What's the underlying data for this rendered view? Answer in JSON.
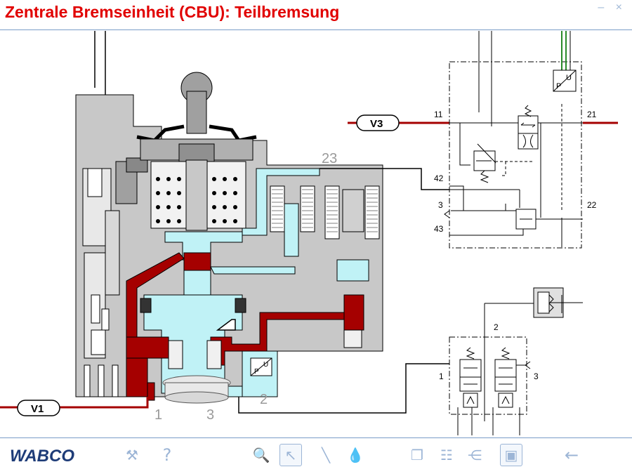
{
  "title": "Zentrale Bremseinheit (CBU): Teilbremsung",
  "window_buttons": "– ×",
  "logo": "WABCO",
  "diagram": {
    "port_23": "23",
    "port_1": "1",
    "port_3": "3",
    "port_2": "2",
    "tag_v1": "V1",
    "tag_v3": "V3",
    "sensor_p": "P",
    "sensor_u": "U",
    "schem_11": "11",
    "schem_21": "21",
    "schem_42": "42",
    "schem_3": "3",
    "schem_22": "22",
    "schem_43": "43",
    "schem2_2": "2",
    "schem2_1": "1",
    "schem2_3": "3"
  },
  "colors": {
    "title": "#e10000",
    "pressure_red": "#a50000",
    "air_cyan": "#c0f2f6",
    "housing_grey": "#c8c8c8",
    "toolbar_icon": "#9cb5d6",
    "logo": "#1e3c78"
  },
  "toolbar": {
    "tools_icon": "wrench-icon",
    "help_icon": "help-icon",
    "zoom_icon": "zoom-in-icon",
    "pointer_icon": "pointer-icon",
    "pen_icon": "pen-icon",
    "drop_icon": "drop-icon",
    "windows_icon": "windows-icon",
    "doc_icon": "document-icon",
    "connector_icon": "connector-icon",
    "frame_icon": "frame-icon",
    "back_icon": "back-arrow-icon"
  }
}
